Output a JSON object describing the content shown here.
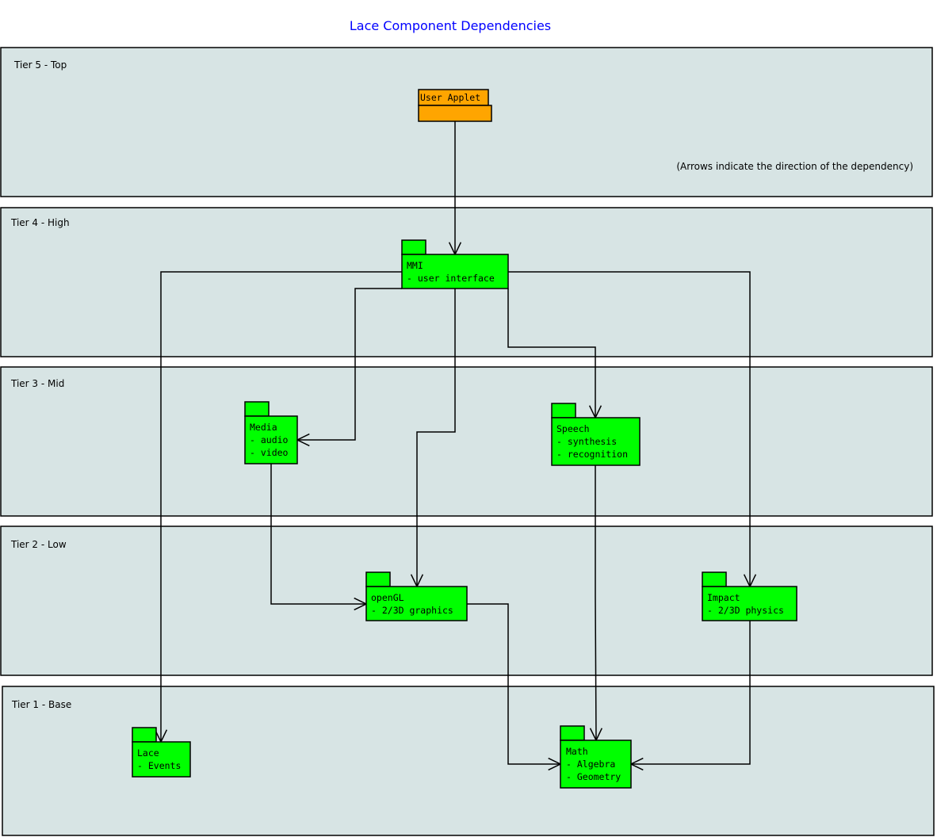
{
  "title": "Lace Component Dependencies",
  "title_color": "#0000ff",
  "note": "(Arrows indicate the direction of the dependency)",
  "colors": {
    "tier_fill": "#d7e4e4",
    "package_fill": "#00ff00",
    "applet_fill": "#ffa500"
  },
  "tiers": [
    {
      "label": "Tier 5 - Top"
    },
    {
      "label": "Tier 4 - High"
    },
    {
      "label": "Tier 3 - Mid"
    },
    {
      "label": "Tier 2 - Low"
    },
    {
      "label": "Tier 1 - Base"
    }
  ],
  "packages": {
    "applet": {
      "lines": [
        "User Applet"
      ]
    },
    "mmi": {
      "lines": [
        "MMI",
        "- user interface"
      ]
    },
    "media": {
      "lines": [
        "Media",
        "- audio",
        "- video"
      ]
    },
    "speech": {
      "lines": [
        "Speech",
        "- synthesis",
        "- recognition"
      ]
    },
    "opengl": {
      "lines": [
        "openGL",
        "- 2/3D graphics"
      ]
    },
    "impact": {
      "lines": [
        "Impact",
        "- 2/3D physics"
      ]
    },
    "lace": {
      "lines": [
        "Lace",
        "- Events"
      ]
    },
    "math": {
      "lines": [
        "Math",
        "- Algebra",
        "- Geometry"
      ]
    }
  },
  "edges": [
    {
      "from": "User Applet",
      "to": "MMI"
    },
    {
      "from": "MMI",
      "to": "Lace"
    },
    {
      "from": "MMI",
      "to": "Media"
    },
    {
      "from": "MMI",
      "to": "openGL"
    },
    {
      "from": "MMI",
      "to": "Speech"
    },
    {
      "from": "MMI",
      "to": "Impact"
    },
    {
      "from": "Media",
      "to": "openGL"
    },
    {
      "from": "Speech",
      "to": "Math"
    },
    {
      "from": "openGL",
      "to": "Math"
    },
    {
      "from": "Impact",
      "to": "Math"
    }
  ]
}
